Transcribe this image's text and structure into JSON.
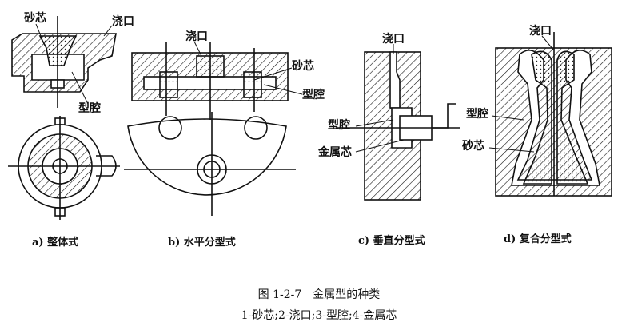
{
  "panels": [
    {
      "caption": "a) 整体式",
      "labels": {
        "sand_core": "砂芯",
        "gate": "浇口",
        "cavity": "型腔"
      }
    },
    {
      "caption": "b) 水平分型式",
      "labels": {
        "gate": "浇口",
        "sand_core": "砂芯",
        "cavity": "型腔"
      }
    },
    {
      "caption": "c) 垂直分型式",
      "labels": {
        "gate": "浇口",
        "cavity": "型腔",
        "metal_core": "金属芯"
      }
    },
    {
      "caption": "d) 复合分型式",
      "labels": {
        "gate": "浇口",
        "cavity": "型腔",
        "sand_core": "砂芯"
      }
    }
  ],
  "figure": {
    "title": "图 1-2-7　金属型的种类",
    "legend": "1-砂芯;2-浇口;3-型腔;4-金属芯"
  }
}
